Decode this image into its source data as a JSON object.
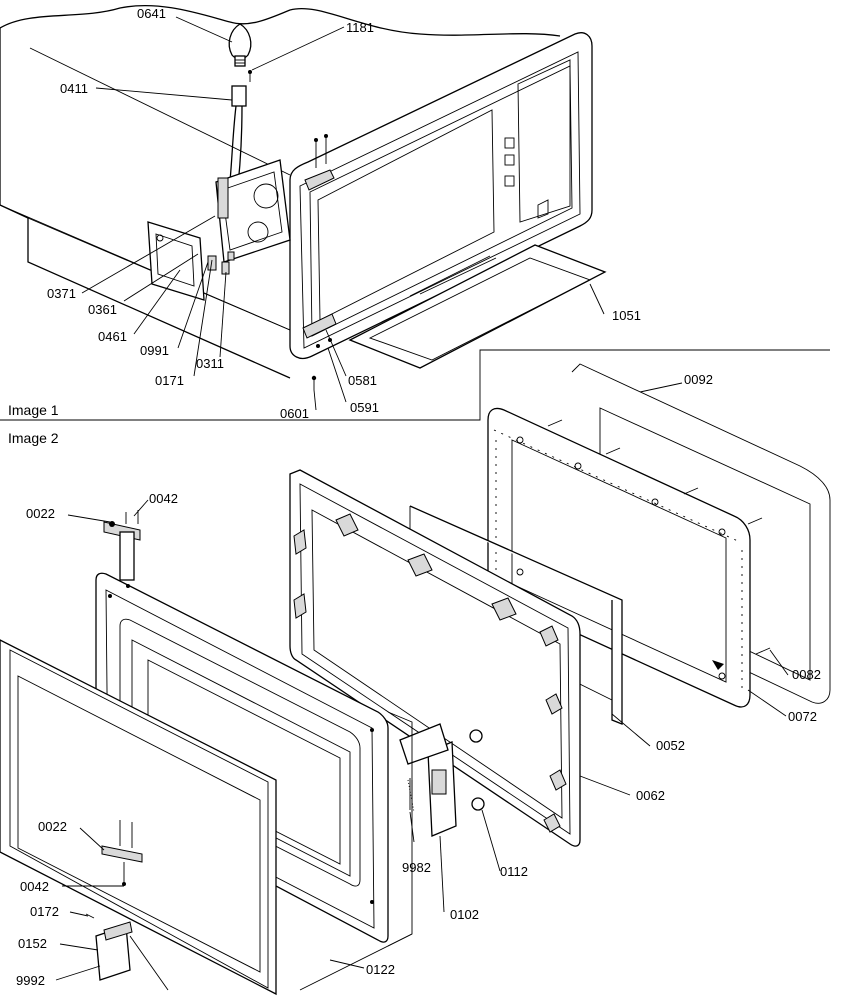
{
  "images": [
    {
      "caption": "Image 1",
      "parts": [
        {
          "id": "p0641",
          "label": "0641"
        },
        {
          "id": "p1181",
          "label": "1181"
        },
        {
          "id": "p0411",
          "label": "0411"
        },
        {
          "id": "p0371",
          "label": "0371"
        },
        {
          "id": "p0361",
          "label": "0361"
        },
        {
          "id": "p0461",
          "label": "0461"
        },
        {
          "id": "p0991",
          "label": "0991"
        },
        {
          "id": "p0311",
          "label": "0311"
        },
        {
          "id": "p0171",
          "label": "0171"
        },
        {
          "id": "p1051",
          "label": "1051"
        },
        {
          "id": "p0581",
          "label": "0581"
        },
        {
          "id": "p0591",
          "label": "0591"
        },
        {
          "id": "p0601",
          "label": "0601"
        }
      ]
    },
    {
      "caption": "Image 2",
      "parts": [
        {
          "id": "p0092",
          "label": "0092"
        },
        {
          "id": "p0022a",
          "label": "0022"
        },
        {
          "id": "p0042a",
          "label": "0042"
        },
        {
          "id": "p0082",
          "label": "0082"
        },
        {
          "id": "p0072",
          "label": "0072"
        },
        {
          "id": "p0052",
          "label": "0052"
        },
        {
          "id": "p0062",
          "label": "0062"
        },
        {
          "id": "p0022b",
          "label": "0022"
        },
        {
          "id": "p9982",
          "label": "9982"
        },
        {
          "id": "p0112",
          "label": "0112"
        },
        {
          "id": "p0042b",
          "label": "0042"
        },
        {
          "id": "p0172",
          "label": "0172"
        },
        {
          "id": "p0102",
          "label": "0102"
        },
        {
          "id": "p0152",
          "label": "0152"
        },
        {
          "id": "p0122",
          "label": "0122"
        },
        {
          "id": "p9992",
          "label": "9992"
        }
      ]
    }
  ]
}
